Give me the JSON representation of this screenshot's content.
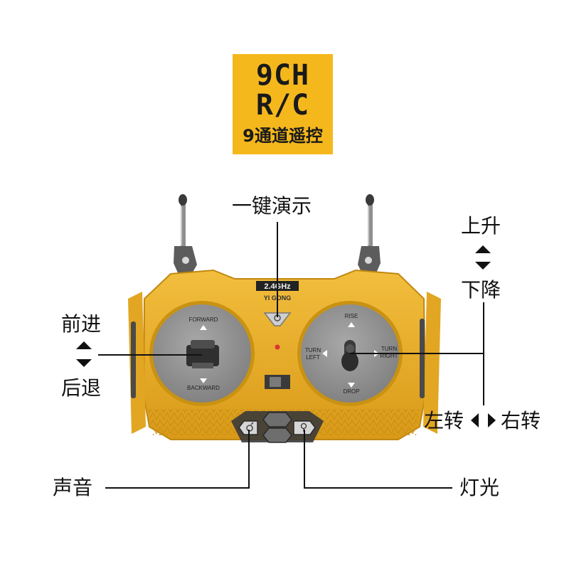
{
  "badge": {
    "line1": "9CH",
    "line2": "R/C",
    "line3": "9通道遥控"
  },
  "labels": {
    "demo": "一键演示",
    "forward": "前进",
    "backward": "后退",
    "rise": "上升",
    "drop": "下降",
    "turn_left": "左转",
    "turn_right": "右转",
    "sound": "声音",
    "light": "灯光"
  },
  "controller": {
    "frequency": "2.4GHz",
    "brand": "YI GONG",
    "left_stick": {
      "top": "FORWARD",
      "bottom": "BACKWARD"
    },
    "right_stick": {
      "top": "RISE",
      "bottom": "DROP",
      "left1": "TURN",
      "left2": "LEFT",
      "right1": "TURN",
      "right2": "RIGHT"
    }
  },
  "colors": {
    "body": "#e9ac25",
    "badge": "#f5b81c",
    "dial": "#9a9a9a",
    "dark": "#3a3a3a"
  },
  "icons": {
    "demo": "power-icon",
    "sound": "speaker-icon",
    "light": "bulb-icon"
  }
}
